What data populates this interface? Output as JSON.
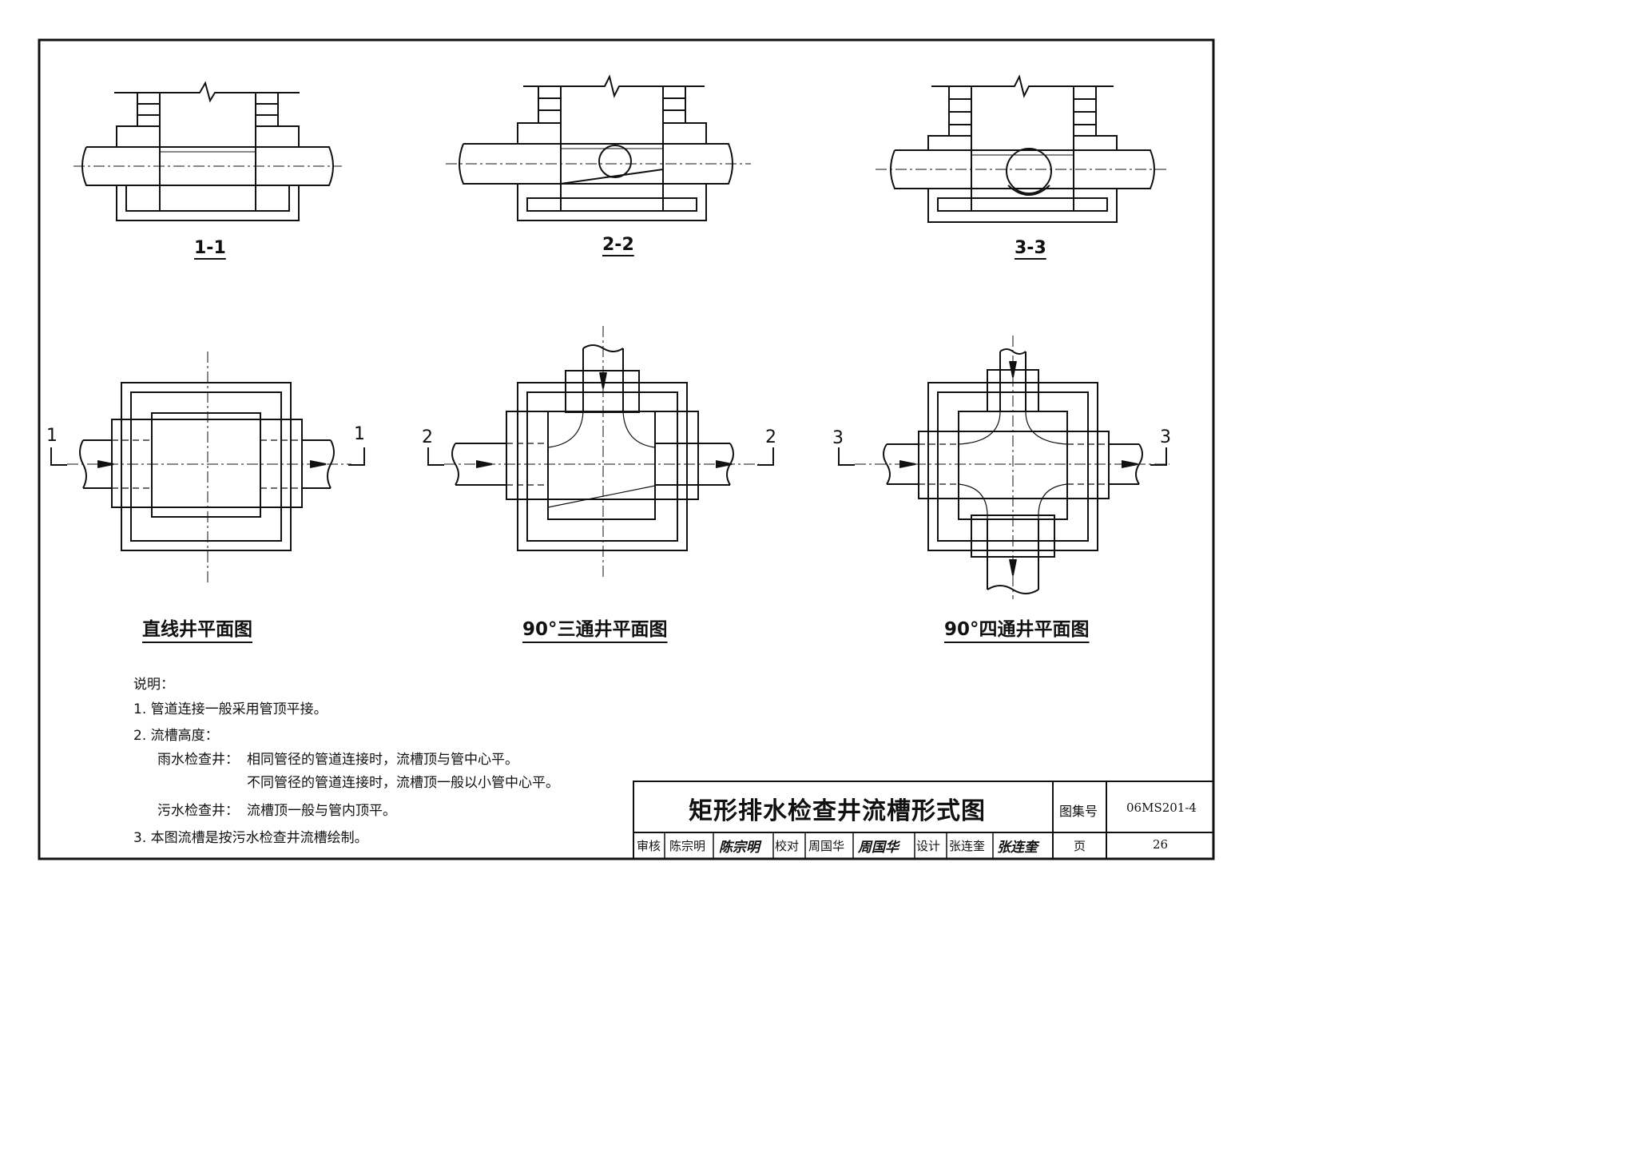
{
  "sections": {
    "s1": "1-1",
    "s2": "2-2",
    "s3": "3-3"
  },
  "plans": {
    "p1_title": "直线井平面图",
    "p2_title": "90°三通井平面图",
    "p3_title": "90°四通井平面图",
    "cut_1": "1",
    "cut_2": "2",
    "cut_3": "3"
  },
  "notes": {
    "heading": "说明：",
    "n1": "1.  管道连接一般采用管顶平接。",
    "n2": "2.  流槽高度：",
    "n2a_label": "雨水检查井：",
    "n2a_line1": "相同管径的管道连接时，流槽顶与管中心平。",
    "n2a_line2": "不同管径的管道连接时，流槽顶一般以小管中心平。",
    "n2b_label": "污水检查井：",
    "n2b_text": "流槽顶一般与管内顶平。",
    "n3": "3.  本图流槽是按污水检查井流槽绘制。"
  },
  "title_block": {
    "title": "矩形排水检查井流槽形式图",
    "atlas_label": "图集号",
    "atlas_no": "06MS201-4",
    "review_label": "审核",
    "reviewer": "陈宗明",
    "reviewer_sig": "陈宗明",
    "check_label": "校对",
    "checker": "周国华",
    "checker_sig": "周国华",
    "design_label": "设计",
    "designer": "张连奎",
    "designer_sig": "张连奎",
    "page_label": "页",
    "page_no": "26"
  }
}
